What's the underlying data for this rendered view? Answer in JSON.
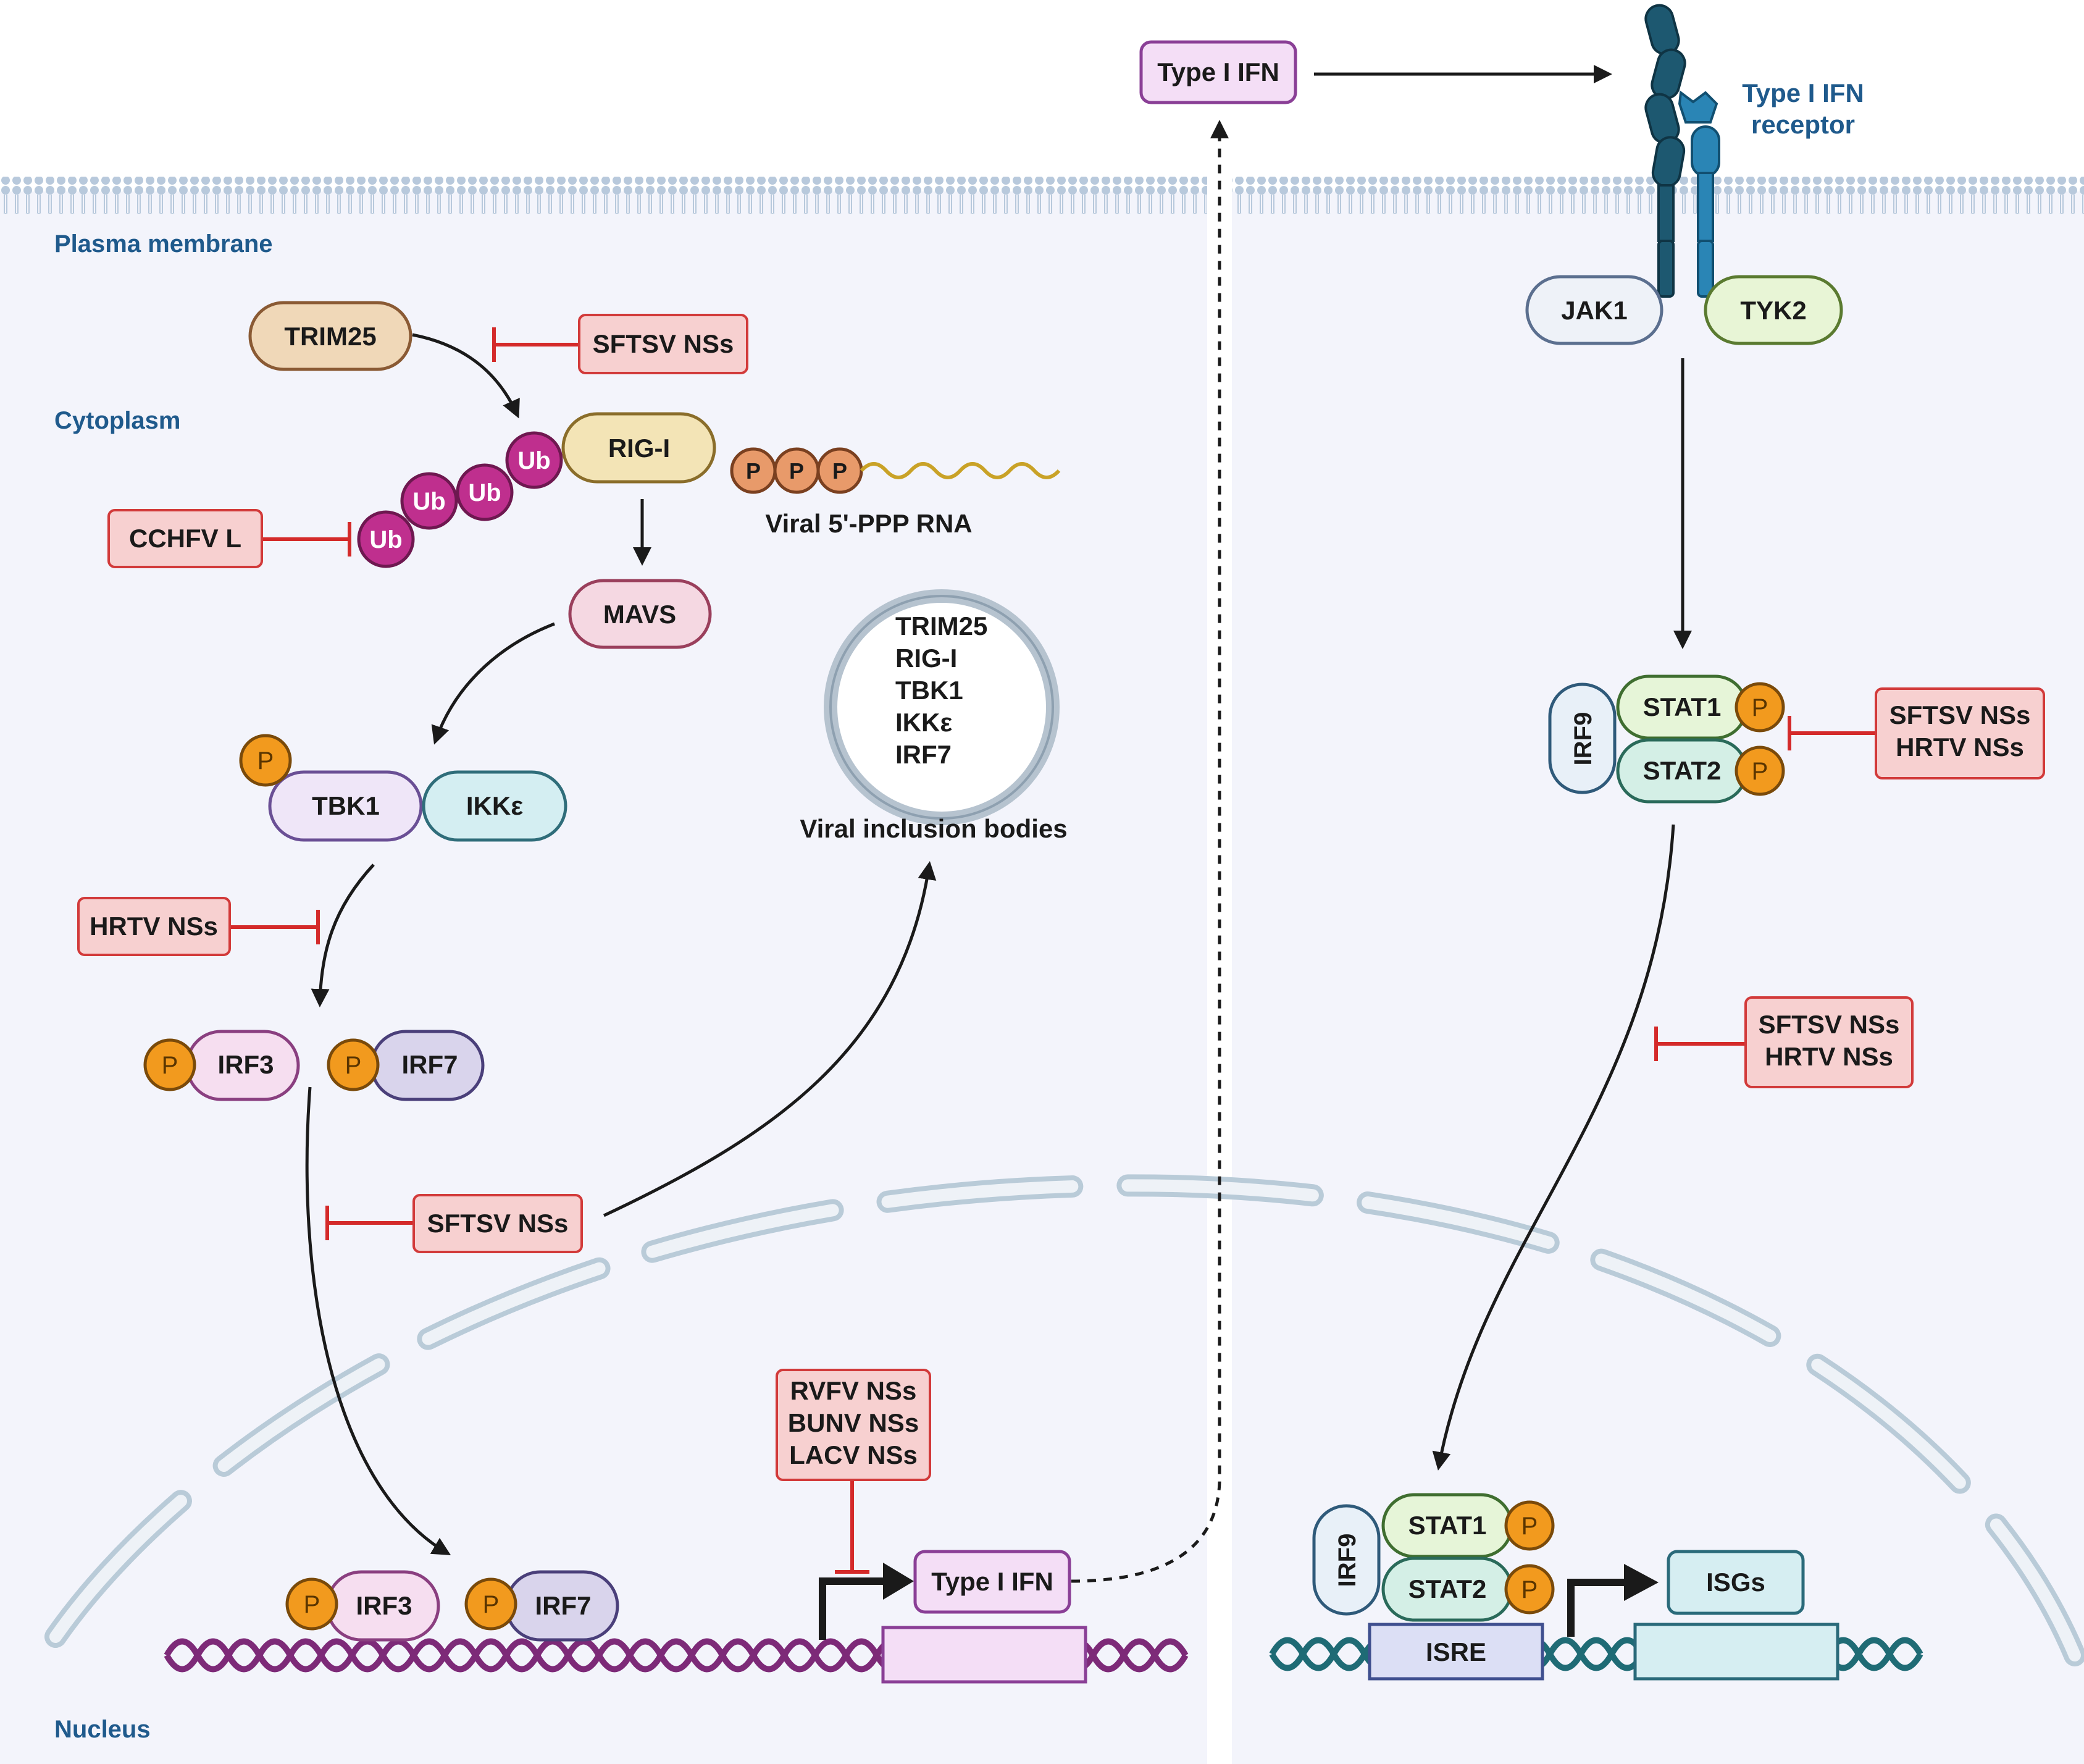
{
  "labels": {
    "plasma_membrane": "Plasma membrane",
    "cytoplasm": "Cytoplasm",
    "nucleus": "Nucleus",
    "receptor_line1": "Type I IFN",
    "receptor_line2": "receptor"
  },
  "rig_pathway": {
    "trim25": "TRIM25",
    "rig_i": "RIG-I",
    "ub": "Ub",
    "mavs": "MAVS",
    "tbk1": "TBK1",
    "ikke": "IKKε",
    "irf3": "IRF3",
    "irf7": "IRF7",
    "p": "P",
    "viral_rna": "Viral 5'-PPP RNA"
  },
  "inclusion_bodies": {
    "items": [
      "TRIM25",
      "RIG-I",
      "TBK1",
      "IKKε",
      "IRF7"
    ],
    "caption": "Viral inclusion bodies"
  },
  "inhibitors": {
    "sftsv_trim25": "SFTSV NSs",
    "cchfv": "CCHFV L",
    "hrtv_tbk1": "HRTV NSs",
    "sftsv_irf": "SFTSV NSs",
    "transcription": [
      "RVFV NSs",
      "BUNV NSs",
      "LACV NSs"
    ],
    "stat_phospho": [
      "SFTSV NSs",
      "HRTV NSs"
    ],
    "stat_import": [
      "SFTSV NSs",
      "HRTV NSs"
    ]
  },
  "ifn": {
    "secreted": "Type I IFN",
    "gene": "Type I IFN"
  },
  "jak_stat": {
    "jak1": "JAK1",
    "tyk2": "TYK2",
    "irf9": "IRF9",
    "stat1": "STAT1",
    "stat2": "STAT2",
    "isre": "ISRE",
    "isgs": "ISGs"
  },
  "colors": {
    "cell_bg": "#f3f4fb",
    "membrane": "#b8c9dc",
    "region_label": "#1f5a8c",
    "inhibitor_fill": "#f7d0d0",
    "inhibitor_stroke": "#d23a3a",
    "inhibit_line": "#d42a2a",
    "phospho": "#f29a1e",
    "ub": "#bf2f8e",
    "dna_left": "#7d2a78",
    "dna_right": "#1f6b75"
  }
}
